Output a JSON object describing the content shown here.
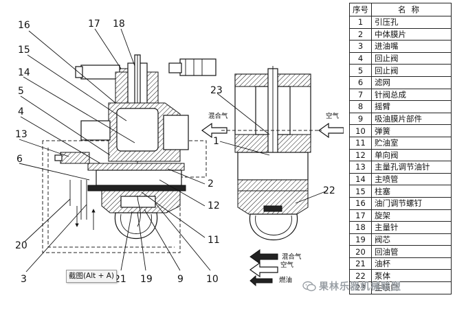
{
  "callouts": [
    "16",
    "17",
    "18",
    "15",
    "14",
    "5",
    "4",
    "13",
    "6",
    "2",
    "12",
    "11",
    "10",
    "9",
    "19",
    "21",
    "3",
    "20",
    "23",
    "1",
    "22"
  ],
  "flow": {
    "mix_left": "混合气",
    "air_right": "空气",
    "legend_mix": "混合气",
    "legend_air": "空气",
    "legend_fuel": "燃油"
  },
  "table": {
    "header_no": "序号",
    "header_name": "名称",
    "rows": [
      {
        "no": "1",
        "name": "引压孔"
      },
      {
        "no": "2",
        "name": "中体膜片"
      },
      {
        "no": "3",
        "name": "进油嘴"
      },
      {
        "no": "4",
        "name": "回止阀"
      },
      {
        "no": "5",
        "name": "回止阀"
      },
      {
        "no": "6",
        "name": "滤网"
      },
      {
        "no": "7",
        "name": "针阀总成"
      },
      {
        "no": "8",
        "name": "摇臂"
      },
      {
        "no": "9",
        "name": "吸油膜片部件"
      },
      {
        "no": "10",
        "name": "弹簧"
      },
      {
        "no": "11",
        "name": "贮油室"
      },
      {
        "no": "12",
        "name": "单向阀"
      },
      {
        "no": "13",
        "name": "主量孔调节油针"
      },
      {
        "no": "14",
        "name": "主喷管"
      },
      {
        "no": "15",
        "name": "柱塞"
      },
      {
        "no": "16",
        "name": "油门调节螺钉"
      },
      {
        "no": "17",
        "name": "旋架"
      },
      {
        "no": "18",
        "name": "主量针"
      },
      {
        "no": "19",
        "name": "阀芯"
      },
      {
        "no": "20",
        "name": "回油管"
      },
      {
        "no": "21",
        "name": "油杯"
      },
      {
        "no": "22",
        "name": "泵体"
      },
      {
        "no": "23",
        "name": "主喷口"
      }
    ]
  },
  "tooltip": "截图(Alt + A)",
  "watermark": "果林乐器机械联盟",
  "icons": {
    "wechat": "wechat-icon"
  }
}
